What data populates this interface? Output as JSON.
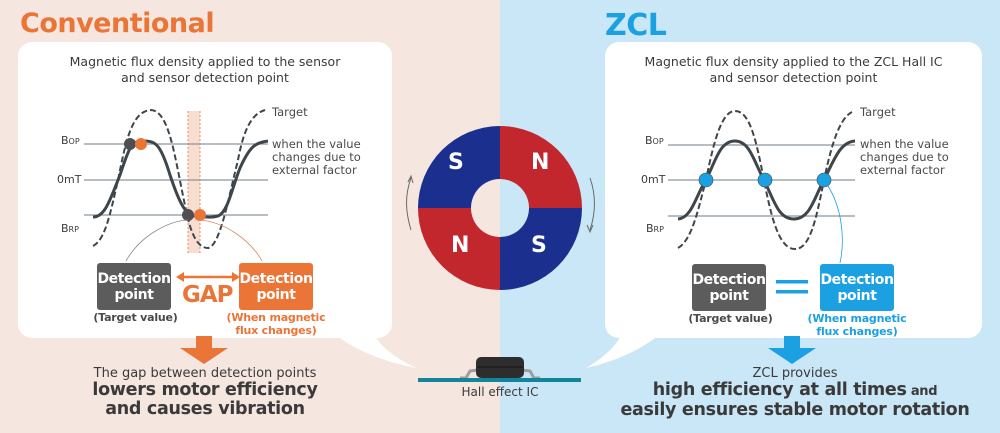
{
  "colors": {
    "left_bg": "#f5e6df",
    "right_bg": "#c9e7f7",
    "conventional_accent": "#eb7437",
    "zcl_accent": "#1ba0e2",
    "detection_gray": "#5c5c5c",
    "magnet_red": "#c1272d",
    "magnet_blue": "#1b2f8f",
    "board_teal": "#13859b",
    "ic_body": "#2d2d2d"
  },
  "left": {
    "title": "Conventional",
    "heading_line1": "Magnetic flux density applied to the sensor",
    "heading_line2": "and sensor detection point",
    "axis": {
      "bop": "B",
      "bop_sub": "OP",
      "zero": "0mT",
      "brp": "B",
      "brp_sub": "RP"
    },
    "legend": {
      "target": "Target",
      "changed_line1": "when the value",
      "changed_line2": "changes due to",
      "changed_line3": "external factor"
    },
    "detection_target": {
      "line1": "Detection",
      "line2": "point",
      "sub": "(Target value)"
    },
    "detection_changed": {
      "line1": "Detection",
      "line2": "point",
      "sub_line1": "(When magnetic",
      "sub_line2": "flux changes)"
    },
    "relation": "GAP",
    "conclusion": {
      "line1": "The gap between detection points",
      "line2": "lowers motor efficiency",
      "line3": "and causes vibration"
    }
  },
  "center": {
    "magnet": {
      "top_left": "S",
      "top_right": "N",
      "bottom_left": "N",
      "bottom_right": "S"
    },
    "ic_label": "Hall effect IC"
  },
  "right": {
    "title": "ZCL",
    "heading_line1": "Magnetic flux density applied to the ZCL Hall IC",
    "heading_line2": "and sensor detection point",
    "axis": {
      "bop": "B",
      "bop_sub": "OP",
      "zero": "0mT",
      "brp": "B",
      "brp_sub": "RP"
    },
    "legend": {
      "target": "Target",
      "changed_line1": "when the value",
      "changed_line2": "changes due to",
      "changed_line3": "external factor"
    },
    "detection_target": {
      "line1": "Detection",
      "line2": "point",
      "sub": "(Target value)"
    },
    "detection_changed": {
      "line1": "Detection",
      "line2": "point",
      "sub_line1": "(When magnetic",
      "sub_line2": "flux changes)"
    },
    "relation": "=",
    "conclusion": {
      "line1": "ZCL provides",
      "line2a": "high efficiency at all times",
      "line2b": " and",
      "line3": "easily ensures stable motor rotation"
    }
  }
}
